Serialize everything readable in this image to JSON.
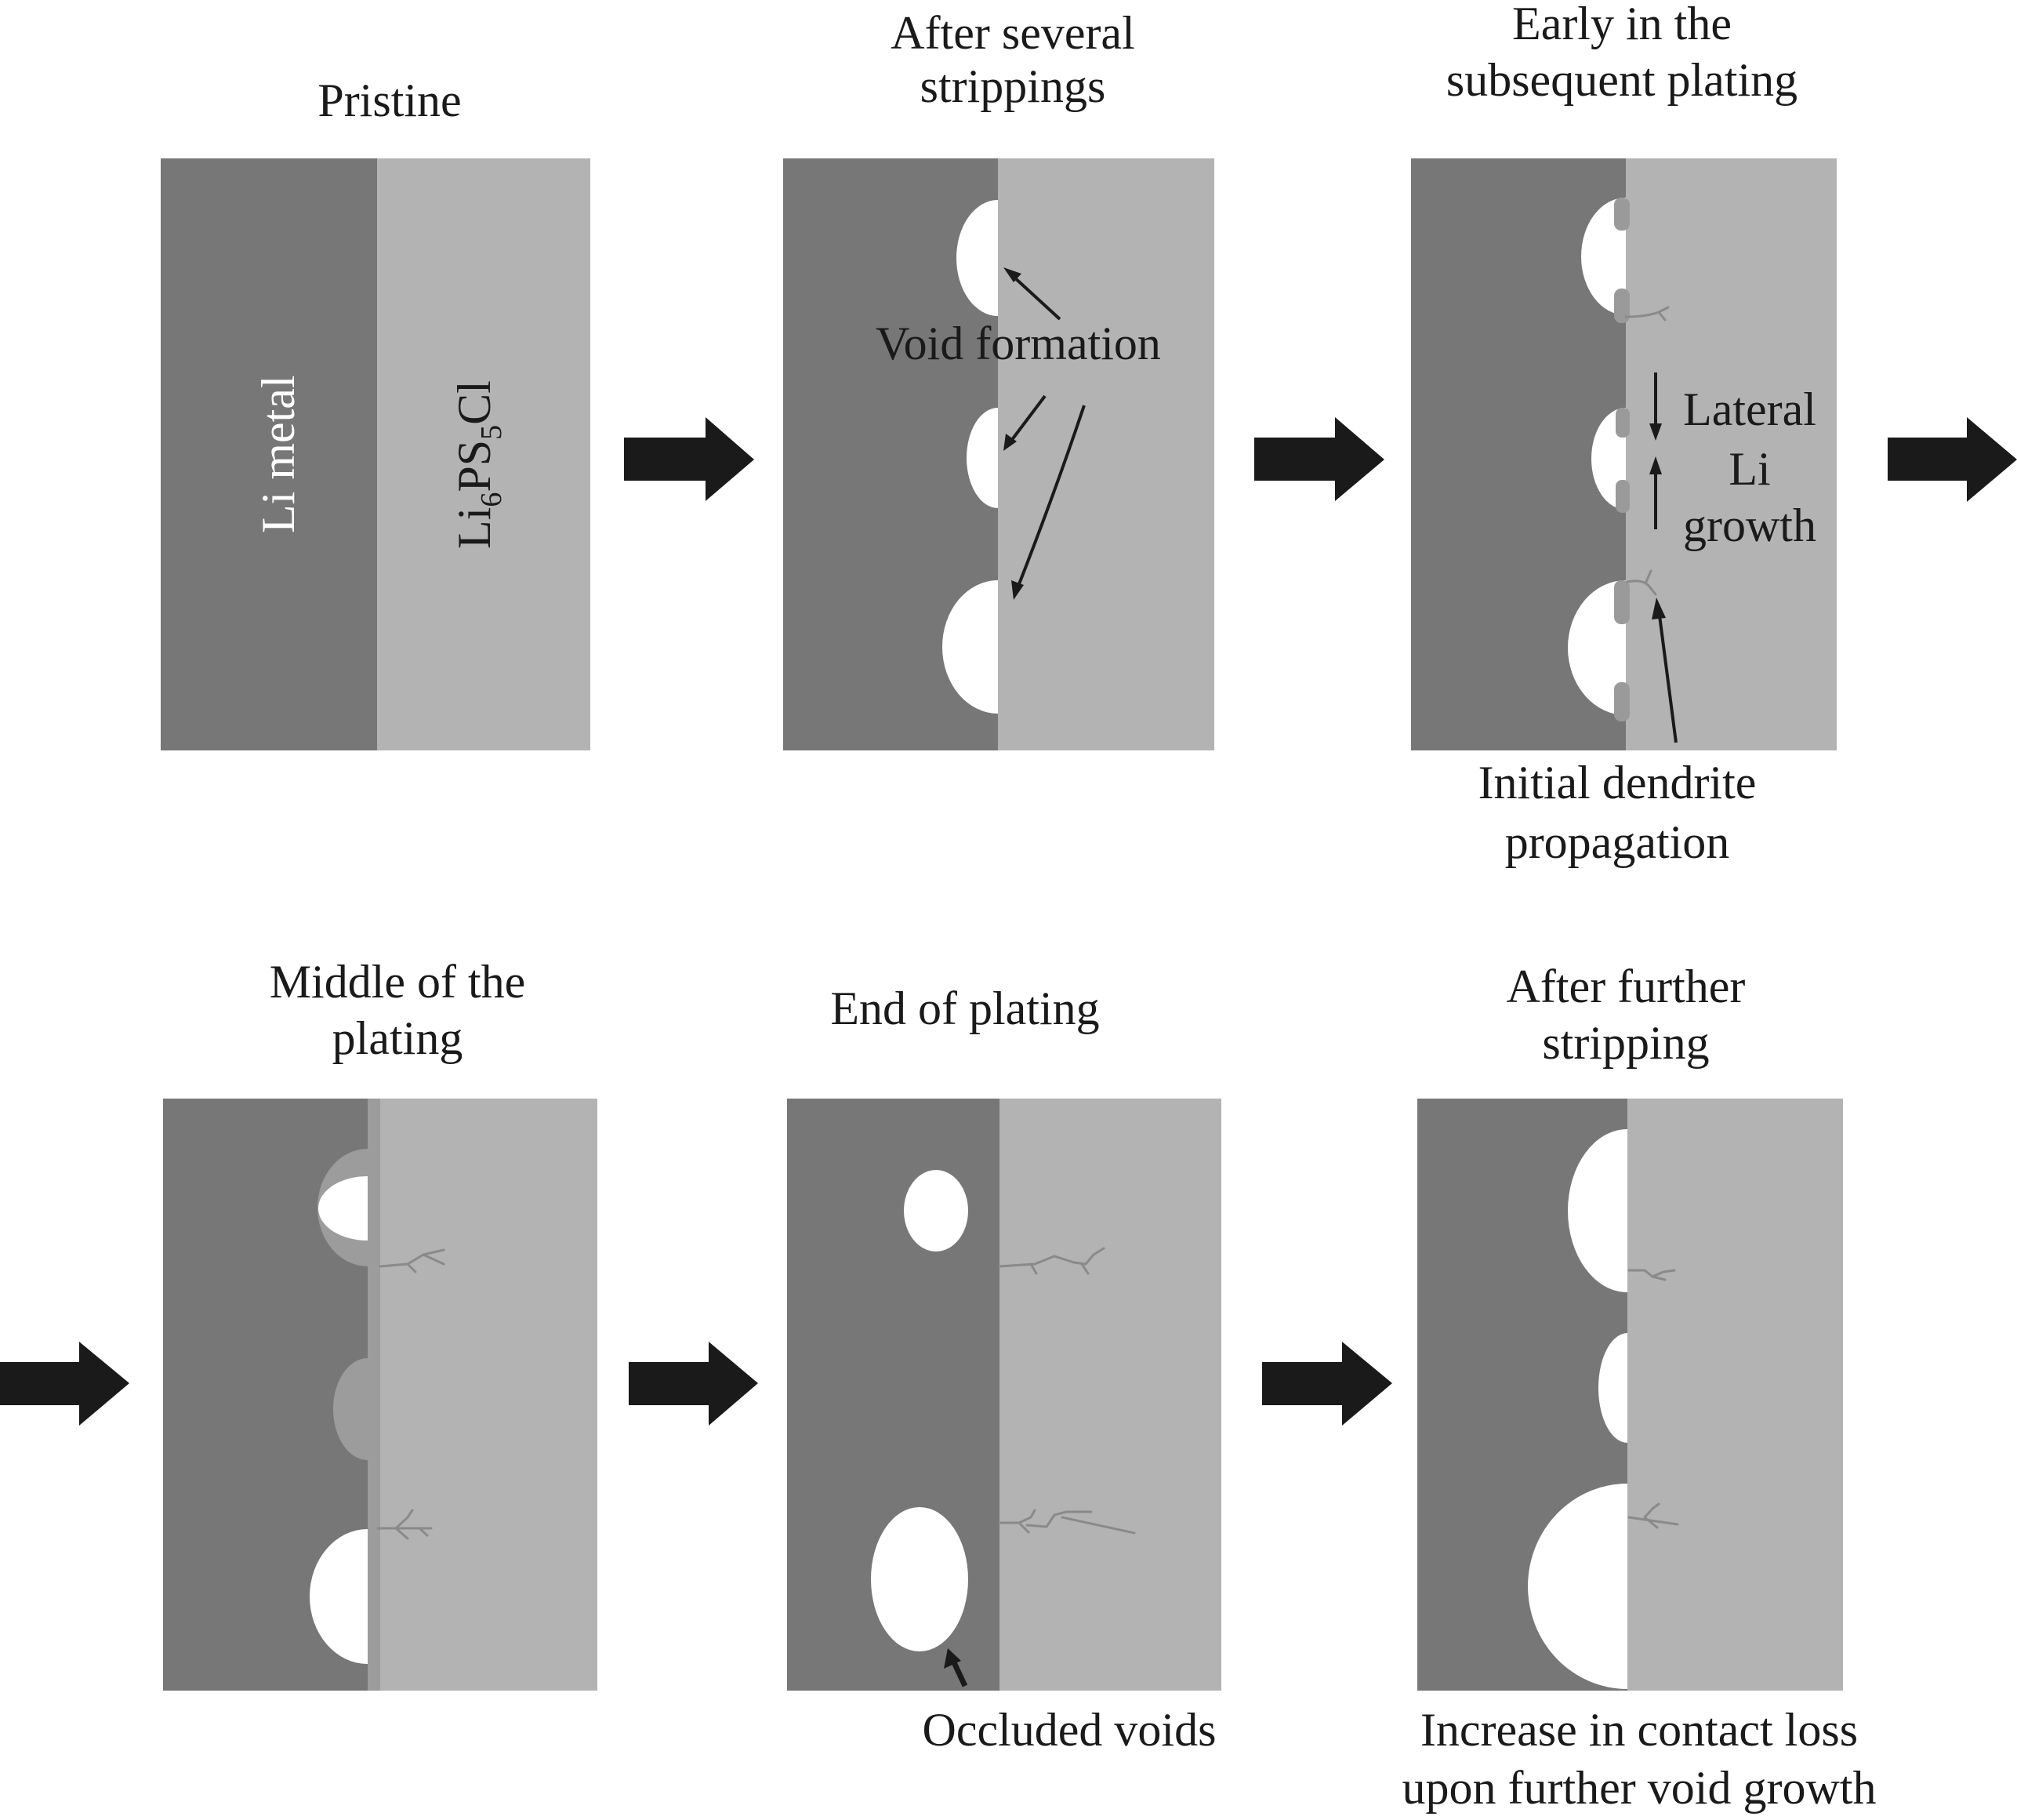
{
  "figure": {
    "description": "Schematic of void formation and dendrite growth at the Li metal / Li6PS5Cl interface during stripping and plating",
    "colors": {
      "li_metal": "#777777",
      "electrolyte": "#b3b3b3",
      "void": "#ffffff",
      "plated_li": "#9a9a9a",
      "dendrite": "#8a8a8a",
      "arrow": "#1a1a1a"
    },
    "panels": [
      {
        "id": "pristine",
        "title": [
          "Pristine"
        ]
      },
      {
        "id": "after-several-strippings",
        "title": [
          "After several",
          "strippings"
        ]
      },
      {
        "id": "early-plating",
        "title": [
          "Early in the",
          "subsequent plating"
        ]
      },
      {
        "id": "middle-plating",
        "title": [
          "Middle of the",
          "plating"
        ]
      },
      {
        "id": "end-plating",
        "title": [
          "End of plating"
        ]
      },
      {
        "id": "after-further-stripping",
        "title": [
          "After further",
          "stripping"
        ]
      }
    ],
    "layer_labels": {
      "li_metal": "Li metal",
      "electrolyte": {
        "base1": "Li",
        "sub1": "6",
        "base2": "PS",
        "sub2": "5",
        "base3": "Cl"
      }
    },
    "annotations": {
      "void_formation": "Void formation",
      "lateral_growth": [
        "Lateral",
        "Li",
        "growth"
      ],
      "initial_dendrite": [
        "Initial dendrite",
        "propagation"
      ],
      "occluded_voids": "Occluded voids",
      "contact_loss": [
        "Increase in contact loss",
        "upon further void growth"
      ]
    }
  }
}
